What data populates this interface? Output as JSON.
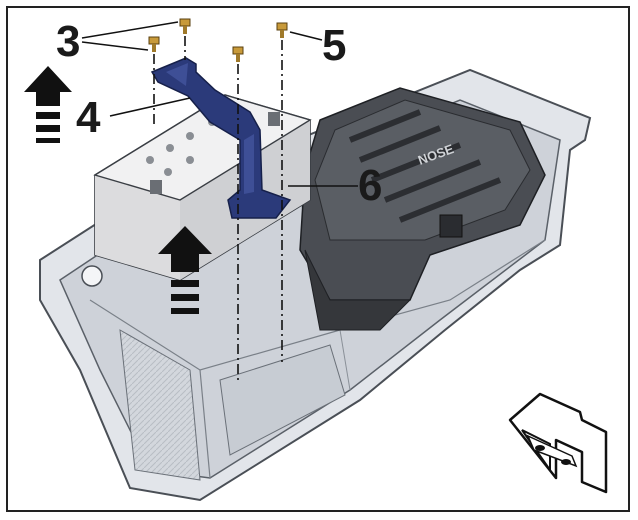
{
  "callouts": [
    {
      "id": "3",
      "label": "3"
    },
    {
      "id": "4",
      "label": "4"
    },
    {
      "id": "5",
      "label": "5"
    },
    {
      "id": "6",
      "label": "6"
    }
  ],
  "bracket_label": "NOSE",
  "colors": {
    "bracket": "#2b3a7a",
    "tray_fill": "#d9dde3",
    "tray_stroke": "#4a4f56",
    "battery_fill": "#e6e6e6",
    "dark_unit": "#3c3f44",
    "bolt": "#c89a3a",
    "arrow": "#111111"
  },
  "icons": [
    "up-arrow-icon",
    "vehicle-direction-icon",
    "bolt-icon"
  ]
}
